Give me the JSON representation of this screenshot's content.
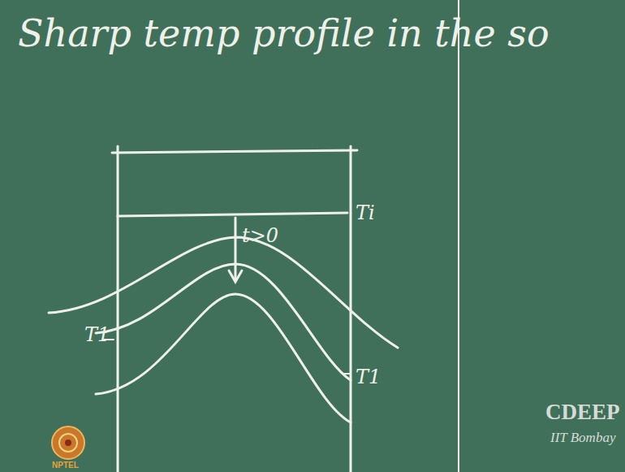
{
  "diagram": {
    "labels": [
      "Sharp temp profile in the so",
      "t>0",
      "Ti",
      "T1",
      "T1",
      "CDEEP",
      "IIT Bombay",
      "NPTEL"
    ]
  }
}
